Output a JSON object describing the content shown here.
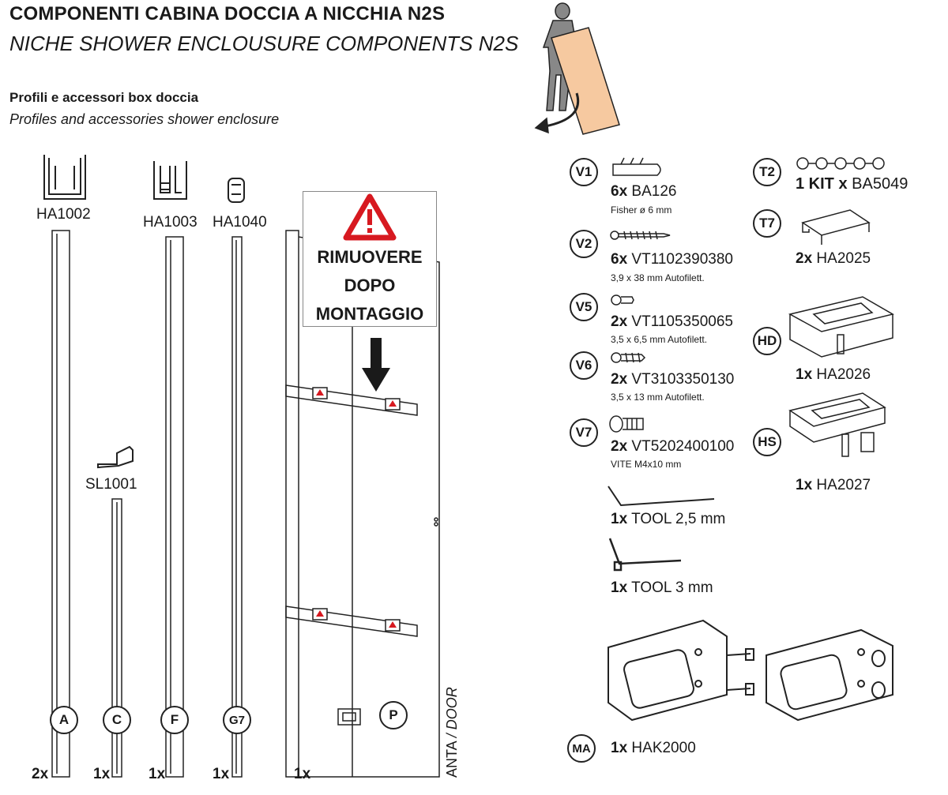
{
  "header": {
    "title_it": "COMPONENTI CABINA DOCCIA A NICCHIA N2S",
    "title_en": "NICHE SHOWER ENCLOUSURE COMPONENTS N2S",
    "subtitle_it": "Profili e accessori box doccia",
    "subtitle_en": "Profiles and accessories shower enclosure"
  },
  "profiles": [
    {
      "code": "HA1002",
      "letter": "A",
      "qty": "2x"
    },
    {
      "code": "SL1001",
      "letter": "C",
      "qty": "1x"
    },
    {
      "code": "HA1003",
      "letter": "F",
      "qty": "1x"
    },
    {
      "code": "HA1040",
      "letter": "G7",
      "qty": "1x"
    }
  ],
  "door": {
    "letter": "P",
    "qty": "1x",
    "label_anta": "ANTA",
    "label_door": "/ DOOR",
    "warning_lines": [
      "RIMUOVERE",
      "DOPO",
      "MONTAGGIO"
    ]
  },
  "hardware": [
    {
      "id": "V1",
      "qty": "6x",
      "code": "BA126",
      "desc": "Fisher ø 6 mm"
    },
    {
      "id": "V2",
      "qty": "6x",
      "code": "VT1102390380",
      "desc": "3,9 x 38 mm Autofilett."
    },
    {
      "id": "V5",
      "qty": "2x",
      "code": "VT1105350065",
      "desc": "3,5 x 6,5 mm Autofilett."
    },
    {
      "id": "V6",
      "qty": "2x",
      "code": "VT3103350130",
      "desc": "3,5 x 13 mm Autofilett."
    },
    {
      "id": "V7",
      "qty": "2x",
      "code": "VT5202400100",
      "desc": "VITE M4x10 mm"
    }
  ],
  "tools": [
    {
      "qty": "1x",
      "label": "TOOL 2,5 mm"
    },
    {
      "qty": "1x",
      "label": "TOOL 3 mm"
    }
  ],
  "accessories": [
    {
      "id": "T2",
      "qty": "1 KIT x",
      "code": "BA5049"
    },
    {
      "id": "T7",
      "qty": "2x",
      "code": "HA2025"
    },
    {
      "id": "HD",
      "qty": "1x",
      "code": "HA2026"
    },
    {
      "id": "HS",
      "qty": "1x",
      "code": "HA2027"
    },
    {
      "id": "MA",
      "qty": "1x",
      "code": "HAK2000"
    }
  ],
  "colors": {
    "ink": "#1a1a1a",
    "warning_red": "#d71920",
    "wood": "#f6c9a0"
  }
}
